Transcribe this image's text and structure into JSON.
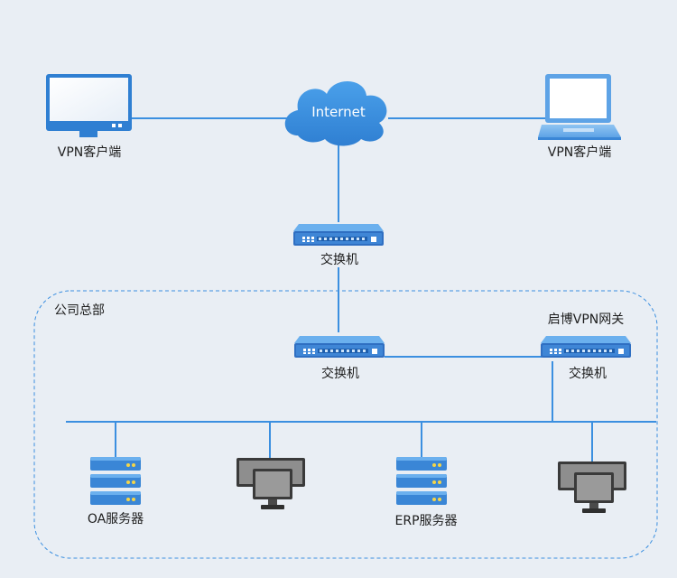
{
  "nodes": {
    "client_left": "VPN客户端",
    "client_right": "VPN客户端",
    "internet": "Internet",
    "switch_top": "交换机",
    "switch_mid": "交换机",
    "switch_gateway": "交换机",
    "gateway": "启博VPN网关",
    "oa_server": "OA服务器",
    "erp_server": "ERP服务器"
  },
  "zones": {
    "headquarters": "公司总部"
  },
  "colors": {
    "line": "#3b8fe0",
    "device_blue": "#3a86d6",
    "device_dark": "#1e5fae",
    "zone_border": "#3b8fe0",
    "background": "#e9eef4"
  }
}
